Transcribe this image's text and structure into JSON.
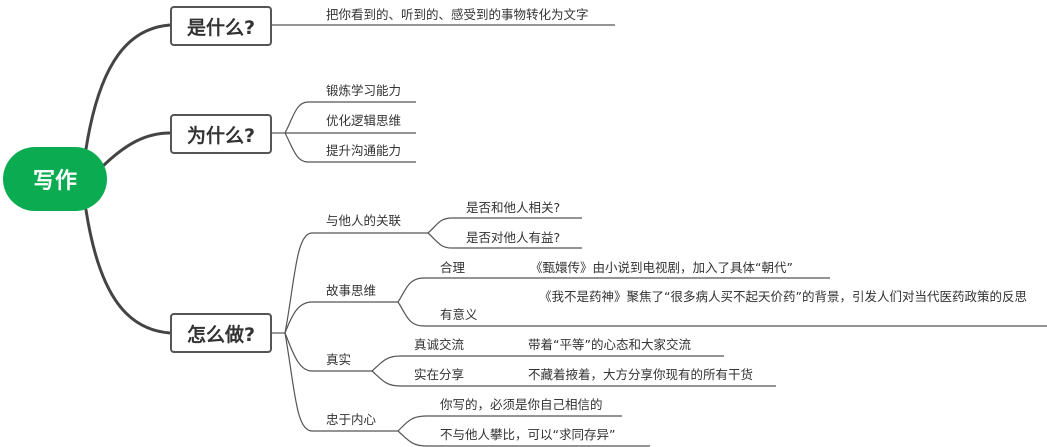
{
  "root": {
    "label": "写作",
    "color": "#0bab52"
  },
  "branches": [
    {
      "label": "是什么?",
      "children": [
        {
          "label": "把你看到的、听到的、感受到的事物转化为文字"
        }
      ]
    },
    {
      "label": "为什么?",
      "children": [
        {
          "label": "锻炼学习能力"
        },
        {
          "label": "优化逻辑思维"
        },
        {
          "label": "提升沟通能力"
        }
      ]
    },
    {
      "label": "怎么做?",
      "children": [
        {
          "label": "与他人的关联",
          "children": [
            {
              "label": "是否和他人相关?"
            },
            {
              "label": "是否对他人有益?"
            }
          ]
        },
        {
          "label": "故事思维",
          "children": [
            {
              "label": "合理",
              "detail": "《甄嬛传》由小说到电视剧，加入了具体“朝代”"
            },
            {
              "label": "有意义",
              "detail": "《我不是药神》聚焦了“很多病人买不起天价药”的背景，引发人们对当代医药政策的反思"
            }
          ]
        },
        {
          "label": "真实",
          "children": [
            {
              "label": "真诚交流",
              "detail": "带着“平等”的心态和大家交流"
            },
            {
              "label": "实在分享",
              "detail": "不藏着掖着，大方分享你现有的所有干货"
            }
          ]
        },
        {
          "label": "忠于内心",
          "children": [
            {
              "label": "你写的，必须是你自己相信的"
            },
            {
              "label": "不与他人攀比，可以“求同存异”"
            }
          ]
        }
      ]
    }
  ],
  "colors": {
    "line": "#444444",
    "thin_line": "#555555",
    "border": "#555555",
    "text": "#333333"
  }
}
